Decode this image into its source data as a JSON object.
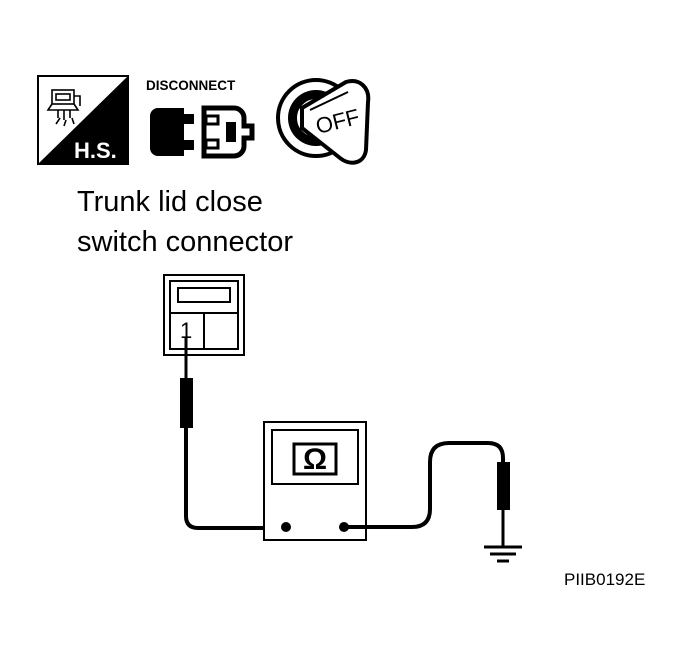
{
  "icons": {
    "hs": {
      "label": "H.S."
    },
    "disconnect": {
      "label": "DISCONNECT"
    },
    "ignition": {
      "label": "OFF"
    }
  },
  "connector": {
    "caption_line1": "Trunk lid close",
    "caption_line2": "switch connector",
    "terminal": "1"
  },
  "meter": {
    "symbol": "Ω"
  },
  "figure_code": "PIIB0192E"
}
